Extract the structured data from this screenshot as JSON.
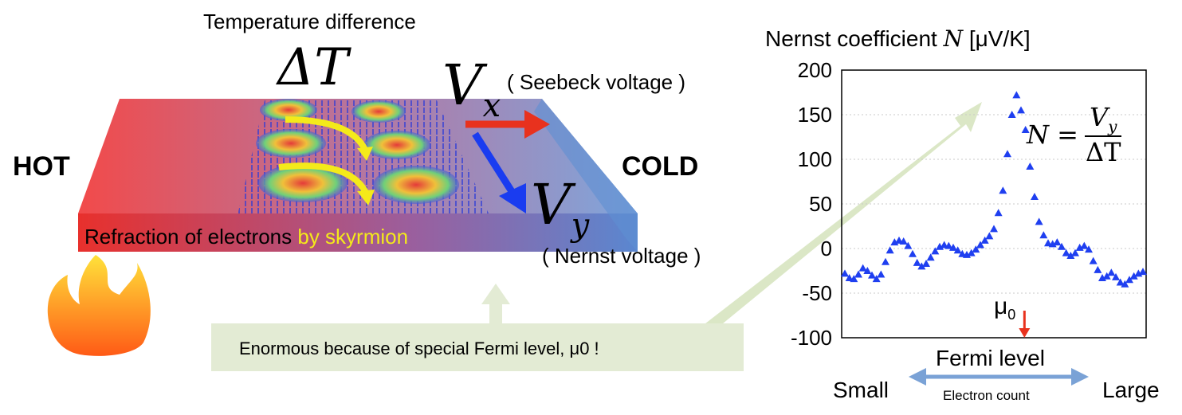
{
  "diagram": {
    "temperature_label": "Temperature difference",
    "delta_t": "ΔT",
    "vx": {
      "main": "V",
      "sub": "x"
    },
    "seebeck": "( Seebeck voltage )",
    "vy": {
      "main": "V",
      "sub": "y"
    },
    "nernst": "(  Nernst voltage  )",
    "hot": "HOT",
    "cold": "COLD",
    "refraction_a": "Refraction of electrons ",
    "refraction_b": "by skyrmion",
    "note": "Enormous because of special Fermi level, μ0 !",
    "colors": {
      "hot": "#f24a4a",
      "cold": "#6a9bd6",
      "arrow_x": "#e8321e",
      "arrow_y": "#1a3cf0",
      "swirl": "#f4ea1a",
      "callout": "#e3ebd4"
    }
  },
  "chart_labels": {
    "y_title_text": "Nernst coefficient ",
    "y_title_var": "N",
    "y_title_unit": "[μV/K]",
    "mu": "μ",
    "mu_sub": "0",
    "fermi": "Fermi level",
    "small": "Small",
    "large": "Large",
    "count": "Electron count",
    "formula_lhs": "N =",
    "formula_num": "V",
    "formula_num_sub": "y",
    "formula_den": "ΔT"
  },
  "chart_data": {
    "type": "scatter",
    "ylim": [
      -100,
      200
    ],
    "yticks": [
      "200",
      "150",
      "100",
      "50",
      "0",
      "-50",
      "-100"
    ],
    "grid": true,
    "marker": "triangle",
    "color": "#1f3ff0",
    "series": [
      {
        "values": [
          -28,
          -33,
          -34,
          -29,
          -22,
          -25,
          -30,
          -34,
          -29,
          -15,
          -2,
          7,
          9,
          8,
          3,
          -6,
          -16,
          -20,
          -17,
          -10,
          -3,
          2,
          4,
          3,
          1,
          -2,
          -6,
          -7,
          -5,
          -1,
          4,
          9,
          14,
          22,
          40,
          65,
          106,
          150,
          172,
          155,
          133,
          92,
          58,
          30,
          15,
          6,
          5,
          7,
          2,
          -5,
          -8,
          -5,
          1,
          3,
          -1,
          -14,
          -24,
          -33,
          -31,
          -27,
          -32,
          -38,
          -40,
          -35,
          -31,
          -28,
          -26
        ]
      }
    ]
  }
}
